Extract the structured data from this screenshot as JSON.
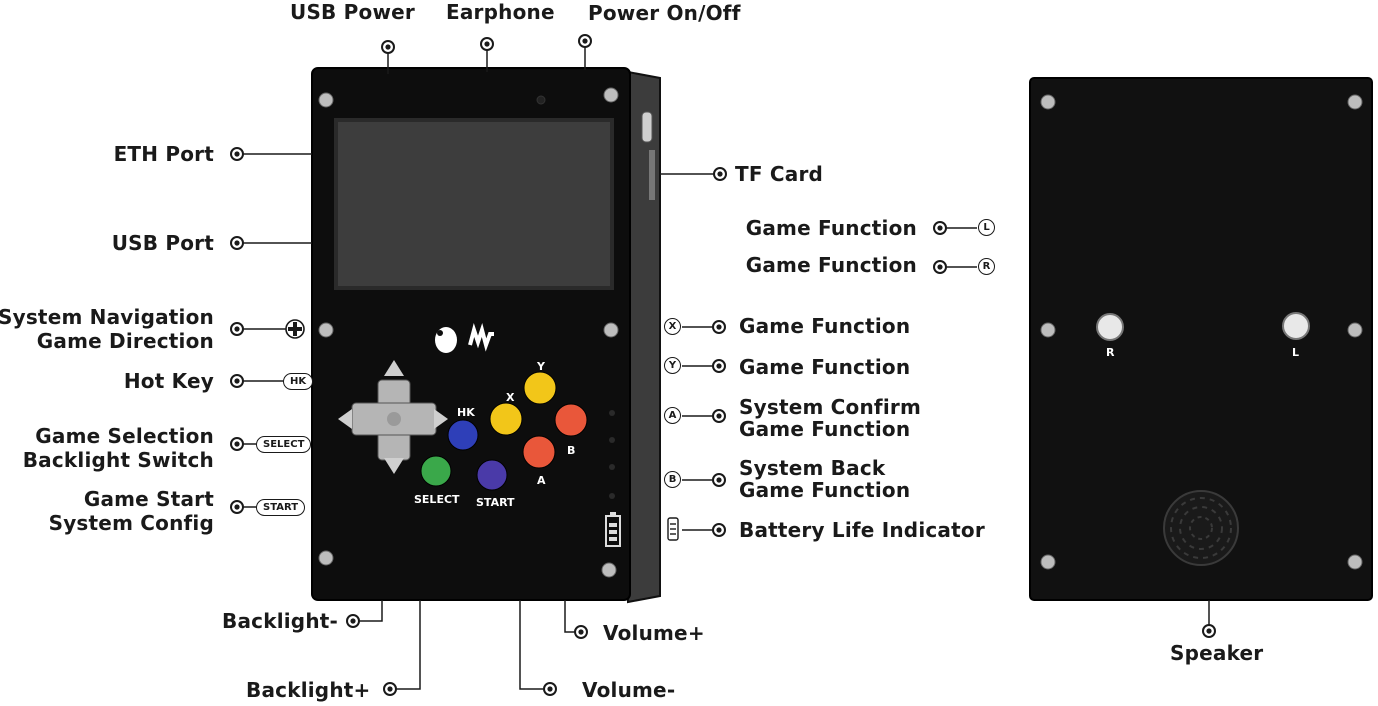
{
  "callouts": {
    "usb_power": "USB Power",
    "earphone": "Earphone",
    "power_onoff": "Power On/Off",
    "eth_port": "ETH Port",
    "usb_port": "USB Port",
    "sys_nav_1": "System Navigation",
    "sys_nav_2": "Game Direction",
    "hot_key": "Hot Key",
    "game_sel_1": "Game Selection",
    "game_sel_2": "Backlight Switch",
    "game_start_1": "Game Start",
    "game_start_2": "System Config",
    "backlight_minus": "Backlight-",
    "backlight_plus": "Backlight+",
    "volume_plus": "Volume+",
    "volume_minus": "Volume-",
    "tf_card": "TF Card",
    "game_func_l": "Game Function",
    "game_func_r": "Game Function",
    "game_func_x": "Game Function",
    "game_func_y": "Game Function",
    "sys_confirm_1": "System Confirm",
    "sys_confirm_2": "Game Function",
    "sys_back_1": "System Back",
    "sys_back_2": "Game Function",
    "battery": "Battery Life Indicator",
    "speaker": "Speaker"
  },
  "icons": {
    "hk": "HK",
    "select": "SELECT",
    "start": "START",
    "l": "L",
    "r": "R",
    "x": "X",
    "y": "Y",
    "a": "A",
    "b": "B"
  },
  "device_buttons": {
    "hk": "HK",
    "x": "X",
    "y": "Y",
    "a": "A",
    "b": "B",
    "select": "SELECT",
    "start": "START"
  },
  "back_buttons": {
    "r": "R",
    "l": "L"
  },
  "colors": {
    "body": "#0d0d0d",
    "screen": "#3a3a3a",
    "btn_yellow": "#f2c619",
    "btn_red": "#e9573a",
    "btn_blue": "#2e3fb8",
    "btn_purple": "#4a3aa8",
    "btn_green": "#3aa84a"
  }
}
